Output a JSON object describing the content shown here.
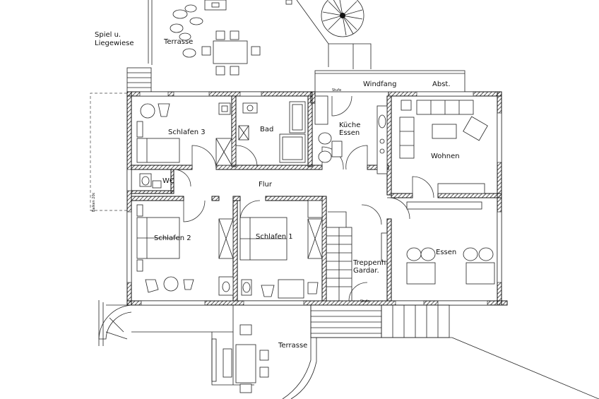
{
  "title": "",
  "rooms": {
    "spiel": "Spiel u.\nLiegewiese",
    "terrasse_top": "Terrasse",
    "windfang": "Windfang",
    "abst": "Abst.",
    "schlafen3": "Schlafen 3",
    "bad": "Bad",
    "kueche": "Küche\nEssen",
    "wohnen": "Wohnen",
    "wc": "WC",
    "flur": "Flur",
    "schlafen2": "Schlafen 2",
    "schlafen1": "Schlafen 1",
    "treppenh": "Treppenh.\nGardar.",
    "essen": "Essen",
    "terrasse_bottom": "Terrasse"
  },
  "small_labels": {
    "stufe_top": "Stufe",
    "stufe_bottom": "Stufe",
    "side_note": "Balken 20c"
  },
  "colors": {
    "line": "#111111",
    "background": "#ffffff"
  }
}
